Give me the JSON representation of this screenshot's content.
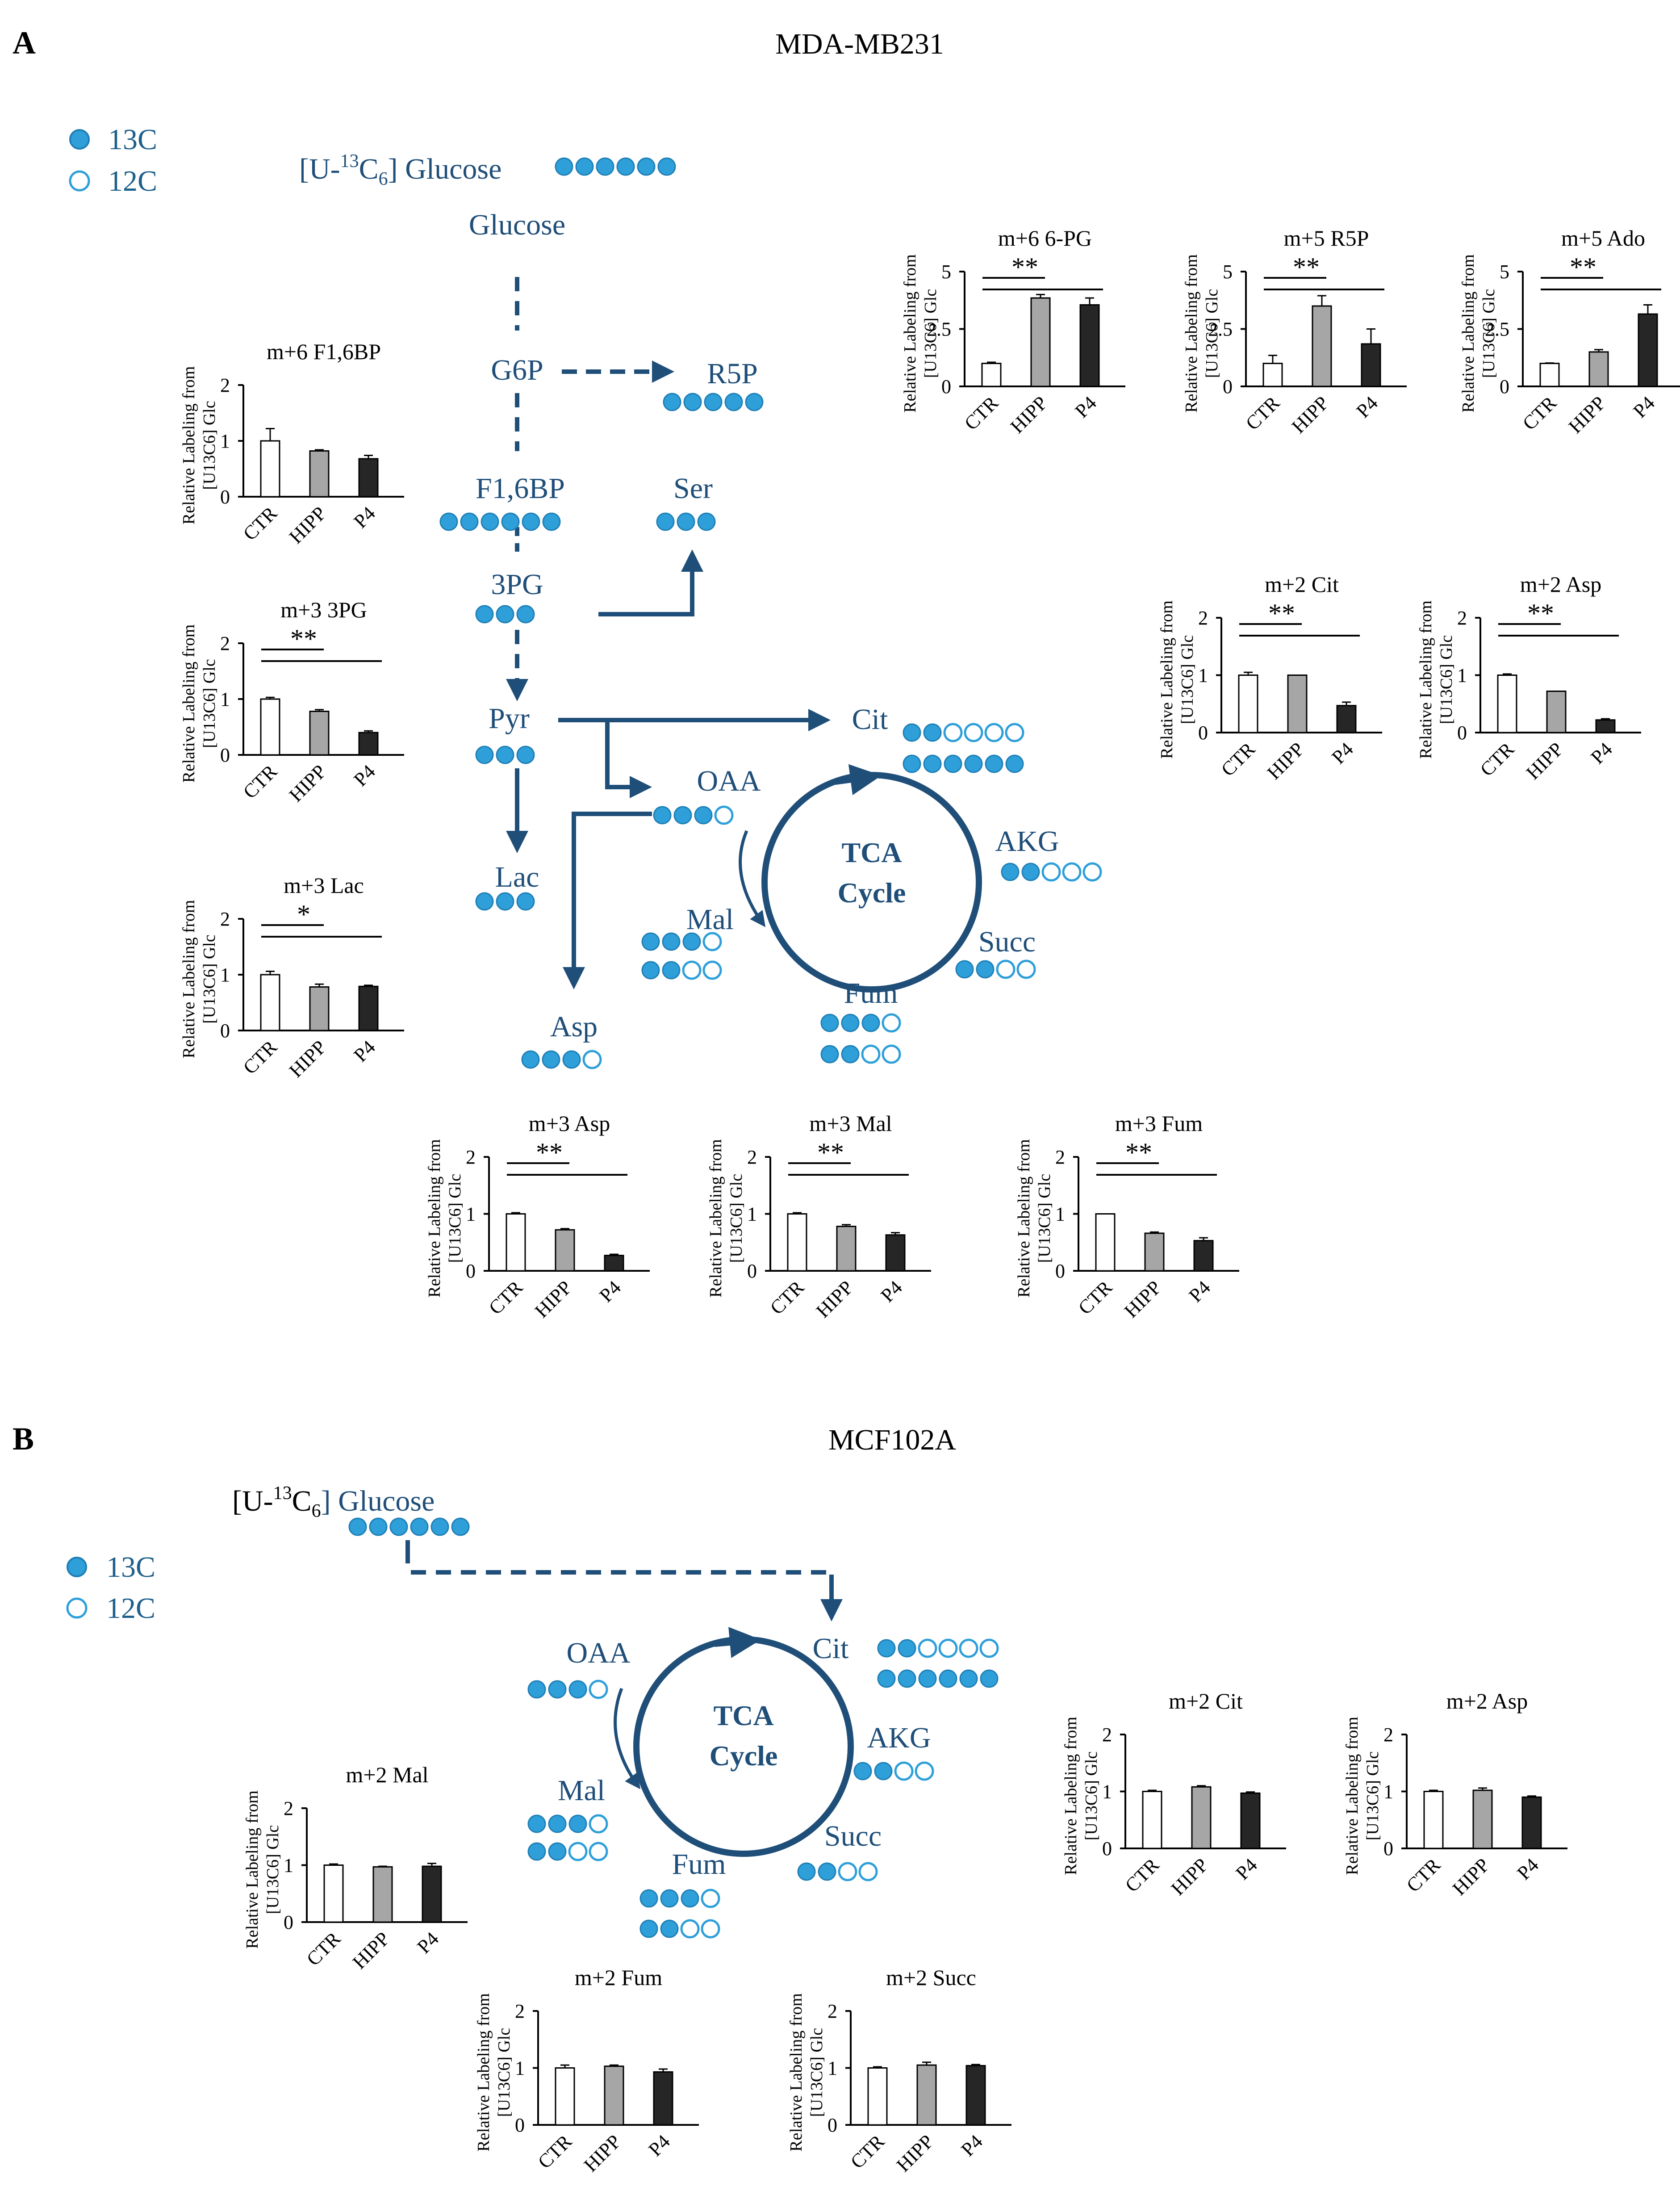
{
  "panels": [
    {
      "letter": "A",
      "title": "MDA-MB231"
    },
    {
      "letter": "B",
      "title": "MCF102A"
    }
  ],
  "legend": {
    "labeled": "13C",
    "unlabeled": "12C",
    "labeled_color": "#2e9fd9",
    "unlabeled_color": "#ffffff"
  },
  "colors": {
    "pathway": "#1f4e79",
    "ctr": "#ffffff",
    "hipp": "#a6a6a6",
    "p4": "#262626"
  },
  "diagramA": {
    "tracer_prefix": "[U-",
    "tracer_sup": "13",
    "tracer_mid": "C",
    "tracer_sub": "6",
    "tracer_suffix": "] Glucose",
    "glucose": "Glucose",
    "g6p": "G6P",
    "r5p": "R5P",
    "f16bp": "F1,6BP",
    "ser": "Ser",
    "pg3": "3PG",
    "pyr": "Pyr",
    "cit": "Cit",
    "oaa": "OAA",
    "lac": "Lac",
    "akg": "AKG",
    "tca1": "TCA",
    "tca2": "Cycle",
    "mal": "Mal",
    "succ": "Succ",
    "fum": "Fum",
    "asp": "Asp"
  },
  "diagramB": {
    "tracer_prefix": "[U-",
    "tracer_sup": "13",
    "tracer_mid": "C",
    "tracer_sub": "6",
    "tracer_suffix": "] Glucose",
    "oaa": "OAA",
    "cit": "Cit",
    "akg": "AKG",
    "tca1": "TCA",
    "tca2": "Cycle",
    "mal": "Mal",
    "succ": "Succ",
    "fum": "Fum"
  },
  "ylabel_line1": "Relative Labeling from",
  "ylabel_line2": "[U13C6] Glc",
  "chart_data": [
    {
      "panel": "A",
      "type": "bar",
      "title": "m+6 F1,6BP",
      "categories": [
        "CTR",
        "HIPP",
        "P4"
      ],
      "values": [
        1.0,
        0.82,
        0.68
      ],
      "errors": [
        0.22,
        0.02,
        0.06
      ],
      "ylim": [
        0,
        2
      ],
      "yticks": [
        0,
        1,
        2
      ],
      "significance": null
    },
    {
      "panel": "A",
      "type": "bar",
      "title": "m+3 3PG",
      "categories": [
        "CTR",
        "HIPP",
        "P4"
      ],
      "values": [
        1.0,
        0.78,
        0.4
      ],
      "errors": [
        0.03,
        0.03,
        0.03
      ],
      "ylim": [
        0,
        2
      ],
      "yticks": [
        0,
        1,
        2
      ],
      "significance": "**"
    },
    {
      "panel": "A",
      "type": "bar",
      "title": "m+3 Lac",
      "categories": [
        "CTR",
        "HIPP",
        "P4"
      ],
      "values": [
        1.0,
        0.78,
        0.79
      ],
      "errors": [
        0.06,
        0.05,
        0.02
      ],
      "ylim": [
        0,
        2
      ],
      "yticks": [
        0,
        1,
        2
      ],
      "significance": "*"
    },
    {
      "panel": "A",
      "type": "bar",
      "title": "m+6 6-PG",
      "categories": [
        "CTR",
        "HIPP",
        "P4"
      ],
      "values": [
        1.0,
        3.85,
        3.55
      ],
      "errors": [
        0.05,
        0.15,
        0.3
      ],
      "ylim": [
        0,
        5
      ],
      "yticks": [
        0,
        2.5,
        5
      ],
      "significance": "**"
    },
    {
      "panel": "A",
      "type": "bar",
      "title": "m+5 R5P",
      "categories": [
        "CTR",
        "HIPP",
        "P4"
      ],
      "values": [
        1.0,
        3.5,
        1.85
      ],
      "errors": [
        0.35,
        0.45,
        0.65
      ],
      "ylim": [
        0,
        5
      ],
      "yticks": [
        0,
        2.5,
        5
      ],
      "significance": "**"
    },
    {
      "panel": "A",
      "type": "bar",
      "title": "m+5 Ado",
      "categories": [
        "CTR",
        "HIPP",
        "P4"
      ],
      "values": [
        1.0,
        1.5,
        3.15
      ],
      "errors": [
        0.02,
        0.1,
        0.4
      ],
      "ylim": [
        0,
        5
      ],
      "yticks": [
        0,
        2.5,
        5
      ],
      "significance": "**"
    },
    {
      "panel": "A",
      "type": "bar",
      "title": "m+2 Cit",
      "categories": [
        "CTR",
        "HIPP",
        "P4"
      ],
      "values": [
        1.0,
        1.0,
        0.47
      ],
      "errors": [
        0.05,
        0.0,
        0.06
      ],
      "ylim": [
        0,
        2
      ],
      "yticks": [
        0,
        1,
        2
      ],
      "significance": "**"
    },
    {
      "panel": "A",
      "type": "bar",
      "title": "m+2 Asp",
      "categories": [
        "CTR",
        "HIPP",
        "P4"
      ],
      "values": [
        1.0,
        0.72,
        0.22
      ],
      "errors": [
        0.02,
        0.0,
        0.02
      ],
      "ylim": [
        0,
        2
      ],
      "yticks": [
        0,
        1,
        2
      ],
      "significance": "**"
    },
    {
      "panel": "A",
      "type": "bar",
      "title": "m+3 Asp",
      "categories": [
        "CTR",
        "HIPP",
        "P4"
      ],
      "values": [
        1.0,
        0.72,
        0.27
      ],
      "errors": [
        0.02,
        0.02,
        0.02
      ],
      "ylim": [
        0,
        2
      ],
      "yticks": [
        0,
        1,
        2
      ],
      "significance": "**"
    },
    {
      "panel": "A",
      "type": "bar",
      "title": "m+3 Mal",
      "categories": [
        "CTR",
        "HIPP",
        "P4"
      ],
      "values": [
        1.0,
        0.78,
        0.63
      ],
      "errors": [
        0.02,
        0.03,
        0.04
      ],
      "ylim": [
        0,
        2
      ],
      "yticks": [
        0,
        1,
        2
      ],
      "significance": "**"
    },
    {
      "panel": "A",
      "type": "bar",
      "title": "m+3 Fum",
      "categories": [
        "CTR",
        "HIPP",
        "P4"
      ],
      "values": [
        1.0,
        0.66,
        0.53
      ],
      "errors": [
        0.0,
        0.02,
        0.05
      ],
      "ylim": [
        0,
        2
      ],
      "yticks": [
        0,
        1,
        2
      ],
      "significance": "**"
    },
    {
      "panel": "B",
      "type": "bar",
      "title": "m+2 Cit",
      "categories": [
        "CTR",
        "HIPP",
        "P4"
      ],
      "values": [
        1.0,
        1.08,
        0.97
      ],
      "errors": [
        0.02,
        0.02,
        0.02
      ],
      "ylim": [
        0,
        2
      ],
      "yticks": [
        0,
        1,
        2
      ],
      "significance": null
    },
    {
      "panel": "B",
      "type": "bar",
      "title": "m+2 Asp",
      "categories": [
        "CTR",
        "HIPP",
        "P4"
      ],
      "values": [
        1.0,
        1.02,
        0.9
      ],
      "errors": [
        0.02,
        0.04,
        0.02
      ],
      "ylim": [
        0,
        2
      ],
      "yticks": [
        0,
        1,
        2
      ],
      "significance": null
    },
    {
      "panel": "B",
      "type": "bar",
      "title": "m+2 Mal",
      "categories": [
        "CTR",
        "HIPP",
        "P4"
      ],
      "values": [
        1.0,
        0.97,
        0.98
      ],
      "errors": [
        0.02,
        0.01,
        0.05
      ],
      "ylim": [
        0,
        2
      ],
      "yticks": [
        0,
        1,
        2
      ],
      "significance": null
    },
    {
      "panel": "B",
      "type": "bar",
      "title": "m+2 Fum",
      "categories": [
        "CTR",
        "HIPP",
        "P4"
      ],
      "values": [
        1.0,
        1.03,
        0.93
      ],
      "errors": [
        0.05,
        0.02,
        0.05
      ],
      "ylim": [
        0,
        2
      ],
      "yticks": [
        0,
        1,
        2
      ],
      "significance": null
    },
    {
      "panel": "B",
      "type": "bar",
      "title": "m+2 Succ",
      "categories": [
        "CTR",
        "HIPP",
        "P4"
      ],
      "values": [
        1.0,
        1.05,
        1.04
      ],
      "errors": [
        0.02,
        0.05,
        0.02
      ],
      "ylim": [
        0,
        2
      ],
      "yticks": [
        0,
        1,
        2
      ],
      "significance": null
    }
  ]
}
